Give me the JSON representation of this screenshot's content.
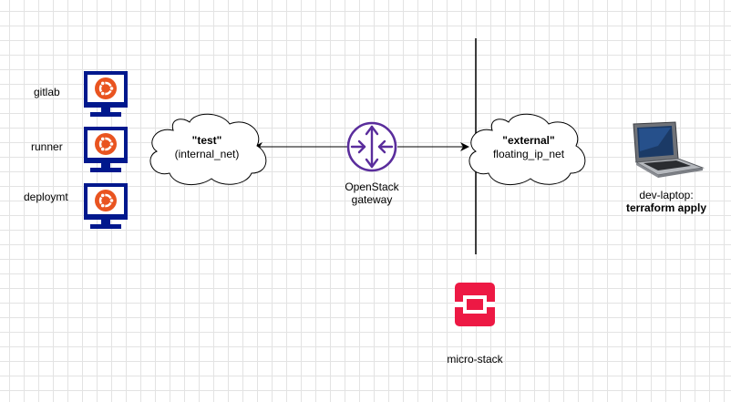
{
  "hosts": [
    {
      "label": "gitlab"
    },
    {
      "label": "runner"
    },
    {
      "label": "deploymt"
    }
  ],
  "internal_net": {
    "name": "\"test\"",
    "subtitle": "(internal_net)"
  },
  "gateway": {
    "line1": "OpenStack",
    "line2": "gateway"
  },
  "external_net": {
    "name": "\"external\"",
    "subtitle": "floating_ip_net"
  },
  "laptop": {
    "line1": "dev-laptop:",
    "line2": "terraform apply"
  },
  "microstack": {
    "label": "micro-stack"
  },
  "icons": {
    "host": "ubuntu-monitor-icon",
    "gateway": "router-icon",
    "laptop": "laptop-icon",
    "microstack": "openstack-logo-icon"
  },
  "colors": {
    "monitor_blue": "#00188D",
    "ubuntu_orange": "#E95420",
    "router_purple": "#5A2D9C",
    "openstack_red": "#ED1944"
  }
}
